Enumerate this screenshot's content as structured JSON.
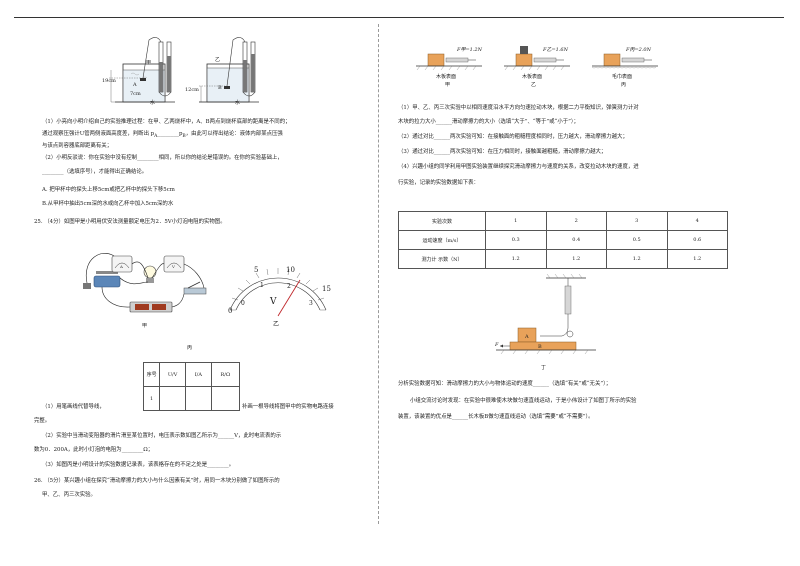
{
  "fig_top": {
    "label_19cm": "19cm",
    "label_7cm": "7cm",
    "label_12cm": "12cm",
    "beaker_jia": "甲",
    "beaker_yi": "乙",
    "point_a": "A",
    "point_b": "B",
    "water_left": "水",
    "water_right": "水"
  },
  "q24": {
    "line1": "（1）小亮向小明介绍自己的实验推理过程：在甲、乙两烧杯中，A、B两点到烧杯底部的距离是不同的；",
    "line2": "通过观察压强计U管两侧液面高度差，判断出 p",
    "line2_sub_a": "A",
    "line2_mid": "p",
    "line2_sub_b": "B",
    "line2_end": "，由此可以得出结论：液体内部某点压强",
    "line3": "与该点到容器底部距离有关；",
    "line4": "（2）小明反驳说：你在实验中没有控制________相同，所以你的结论是错误的。在你的实验基础上，",
    "line5": "________（选填序号），才能得出正确结论。",
    "optA": "A. 把甲杯中的探头上移5cm或把乙杯中的探头下移5cm",
    "optB": "B.从甲杯中抽出5cm深的水或向乙杯中加入5cm深的水"
  },
  "q25": {
    "stem": "25.  （4分）如图甲是小明用伏安法测量额定电压为2．5V小灯泡电阻的实物图。",
    "fig_jia": "甲",
    "fig_yi": "乙",
    "fig_bing": "丙",
    "meter_letter": "V",
    "meter_ticks": [
      "0",
      "5",
      "10",
      "15"
    ],
    "meter_ticks_inner": [
      "0",
      "1",
      "2",
      "3"
    ],
    "table_headers": [
      "序号",
      "U/V",
      "I/A",
      "R/Ω"
    ],
    "table_row1": "1",
    "line1a": "（1）用笔画线代替导线，",
    "line1b": "补画一根导线将图甲中的实物电路连接",
    "line1c": "完整。",
    "line2": "（2）实验中当滑动变阻器的滑片滑至某位置时，电压表示数如图乙所示为______V，此时电流表的示",
    "line3": "数为0．200A，此时小灯泡的电阻为________Ω；",
    "line4": "（3）如图丙是小明设计的实验数据记录表，该表格存在的不足之处是________。"
  },
  "q26": {
    "line1": "26.  （5分）某兴趣小组在探究“滑动摩擦力的大小与什么因素有关”时，用同一木块分别做了如图所示的",
    "line2": "甲、乙、丙三次实验。"
  },
  "fig_right": {
    "f_jia": "F甲=1.2N",
    "f_yi": "F乙=1.6N",
    "f_bing": "F丙=2.0N",
    "surf_jia": "木板表面",
    "surf_yi": "木板表面",
    "surf_bing": "毛巾表面",
    "cap_jia": "甲",
    "cap_yi": "乙",
    "cap_bing": "丙"
  },
  "q26_right": {
    "line1": "（1）甲、乙、丙三次实验中以相同速度沿水平方向匀速拉动木块，根据二力平衡知识，弹簧测力计对",
    "line2": "木块的拉力大小______滑动摩擦力的大小（选填“大于”、“等于”或“小于”）；",
    "line3": "（2）通过对比______两次实验可知：在接触面的粗糙程度相同时，压力越大，滑动摩擦力越大；",
    "line4": "（3）通过对比______两次实验可知：在压力相同时，接触面越粗糙，滑动摩擦力越大；",
    "line5": "（4）兴趣小组的同学利用甲图实验装置继续探究滑动摩擦力与速度的关系，改变拉动木块的速度，进",
    "line6": "行实验，记录的实验数据如下表：",
    "line7": "分析实验数据可知：滑动摩擦力的大小与物体运动的速度______（选填“有关”或“无关”）；",
    "line8": "小组交流讨论时发现：在实验中很难使木块做匀速直线运动，于是小伟设计了如图丁所示的实验",
    "line9": "装置，该装置的优点是______长木板B做匀速直线运动（选填“需要”或“不需要”）。"
  },
  "speed_table": {
    "header": [
      "实验次数",
      "1",
      "2",
      "3",
      "4"
    ],
    "row_speed": [
      "运动速度（m/s）",
      "0.3",
      "0.4",
      "0.5",
      "0.6"
    ],
    "row_force": [
      "测力计  示数（N）",
      "1.2",
      "1.2",
      "1.2",
      "1.2"
    ]
  },
  "fig_ding": {
    "f_label": "F",
    "block_a": "A",
    "board_b": "B",
    "caption": "丁"
  }
}
